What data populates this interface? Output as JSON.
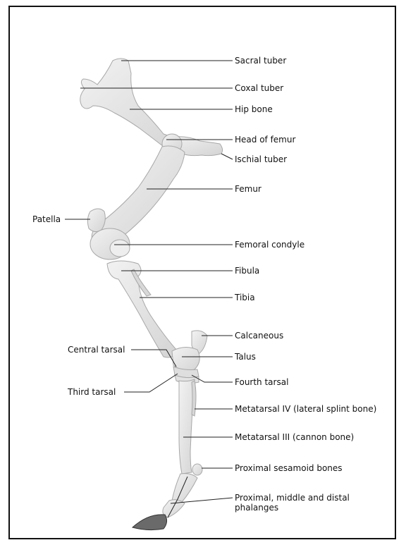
{
  "figure": {
    "labels": {
      "sacral_tuber": "Sacral tuber",
      "coxal_tuber": "Coxal tuber",
      "hip_bone": "Hip bone",
      "head_of_femur": "Head of femur",
      "ischial_tuber": "Ischial tuber",
      "femur": "Femur",
      "patella": "Patella",
      "femoral_condyle": "Femoral condyle",
      "fibula": "Fibula",
      "tibia": "Tibia",
      "calcaneous": "Calcaneous",
      "central_tarsal": "Central tarsal",
      "talus": "Talus",
      "fourth_tarsal": "Fourth tarsal",
      "third_tarsal": "Third tarsal",
      "metatarsal_iv": "Metatarsal IV (lateral splint bone)",
      "metatarsal_iii": "Metatarsal III (cannon bone)",
      "proximal_sesamoid": "Proximal sesamoid bones",
      "phalanges_line1": "Proximal, middle and distal",
      "phalanges_line2": "phalanges"
    },
    "colors": {
      "bone_fill": "#e6e6e6",
      "bone_shade": "#c9c9c9",
      "bone_outline": "#a8a8a8",
      "leader_line": "#222222",
      "hoof": "#555555"
    }
  }
}
